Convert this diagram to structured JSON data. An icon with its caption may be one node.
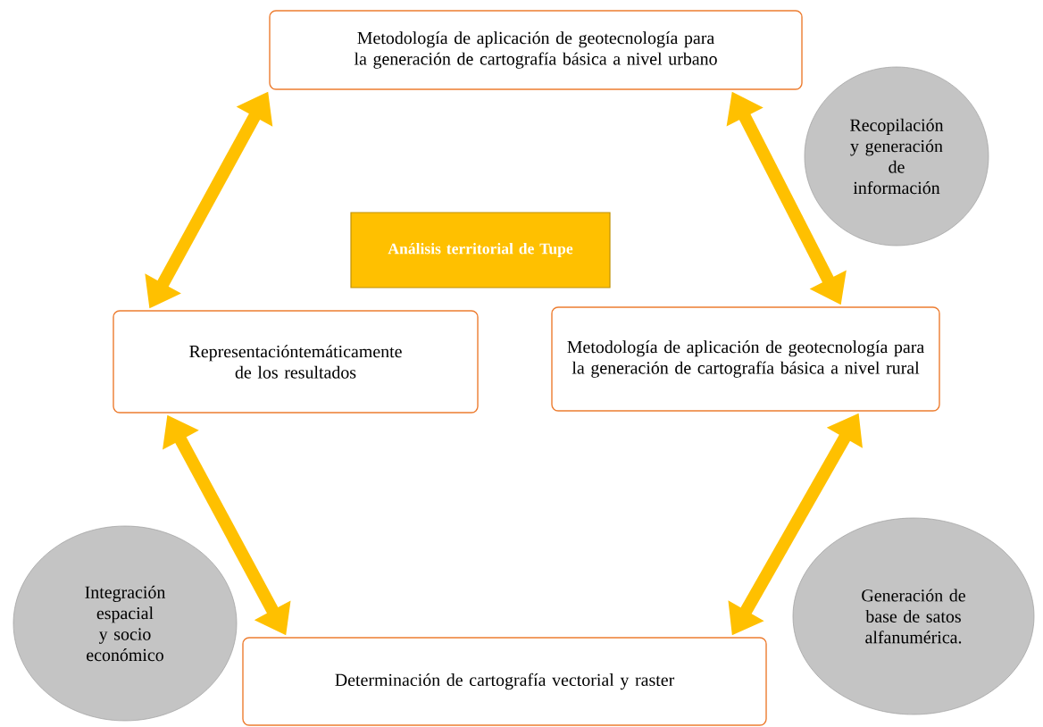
{
  "diagram": {
    "nodes": [
      {
        "text": [
          "Metodología de aplicación de geotecnología para la generación de cartografía básica a nivel urbano"
        ]
      },
      {
        "text": [
          "Recopilación y generación de información"
        ]
      },
      {
        "text": [
          "Análisis territorial de Tupe"
        ]
      },
      {
        "text": [
          "Representacióntemáticamente de los resultados"
        ]
      },
      {
        "text": [
          "Metodología de aplicación de geotecnología para la generación de cartografía básica a nivel rural"
        ]
      },
      {
        "text": [
          "Integración espacial y socio económico"
        ]
      },
      {
        "text": [
          "Determinación de cartografía vectorial y raster"
        ]
      },
      {
        "text": [
          "Generación de base de satos alfanumérica."
        ]
      }
    ],
    "edges": [
      {
        "from": 0,
        "to": 3,
        "arrow": "both"
      },
      {
        "from": 0,
        "to": 4,
        "arrow": "both"
      },
      {
        "from": 3,
        "to": 6,
        "arrow": "both"
      },
      {
        "from": 4,
        "to": 6,
        "arrow": "both"
      }
    ]
  }
}
